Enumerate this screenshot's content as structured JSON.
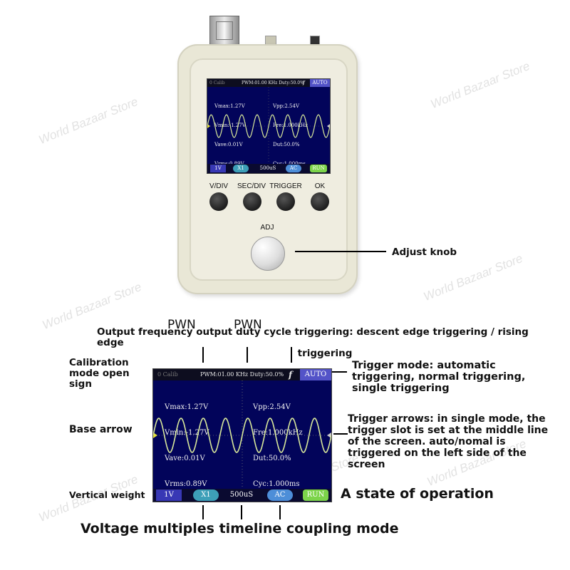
{
  "watermark": "World Bazaar Store",
  "device": {
    "buttons": [
      "V/DIV",
      "SEC/DIV",
      "TRIGGER",
      "OK"
    ],
    "knob_label": "ADJ"
  },
  "screen": {
    "top_left": "0 Calib",
    "top_center": "PWM:01.00 KHz  Duty:50.0%",
    "f_symbol": "f",
    "mode": "AUTO",
    "left_values": [
      "Vmax:1.27V",
      "Vmin:-1.27V",
      "Vave:0.01V",
      "Vrms:0.89V"
    ],
    "right_values": [
      "Vpp:2.54V",
      "Fre:1.000kHz",
      "Dut:50.0%",
      "Cyc:1.000ms"
    ],
    "bottom": {
      "volt": "1V",
      "mult": "X1",
      "time": "500uS",
      "coupling": "AC",
      "state": "RUN"
    }
  },
  "labels": {
    "adjust_knob": "Adjust knob",
    "pwn1": "PWN",
    "pwn2": "PWN",
    "output_line1": "Output frequency output duty cycle triggering: descent edge triggering / rising edge",
    "output_line2": "triggering",
    "calibration": "Calibration mode open sign",
    "trigger_mode": "Trigger mode: automatic triggering, normal triggering, single triggering",
    "base_arrow": "Base arrow",
    "trigger_arrows": "Trigger arrows: in single mode, the trigger slot is set at the middle line of the screen. auto/nomal is triggered on the left side of the screen",
    "vertical_weight": "Vertical weight",
    "state_of_operation": "A state of operation",
    "bottom_caption": "Voltage multiples timeline coupling mode"
  },
  "colors": {
    "screen_bg": "#02045a",
    "wave": "#d8e89a",
    "auto_bg": "#5353c8",
    "x1_bg": "#3d9fb8",
    "ac_bg": "#4d8ed8",
    "run_bg": "#7cd44a",
    "device_body": "#e9e7d6"
  }
}
